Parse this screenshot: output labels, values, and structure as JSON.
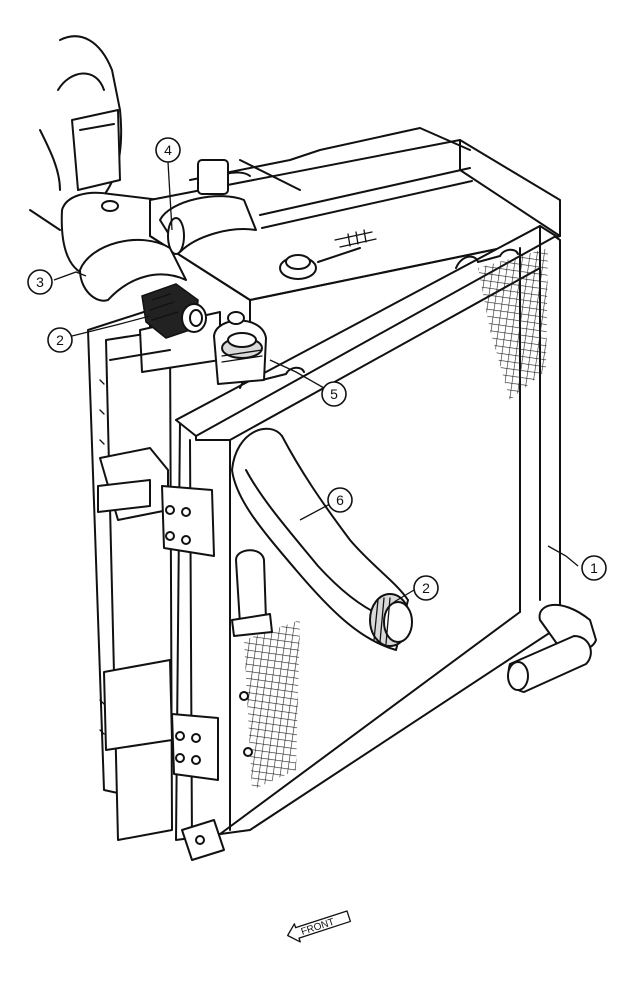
{
  "callouts": [
    {
      "label": "1"
    },
    {
      "label": "2"
    },
    {
      "label": "2"
    },
    {
      "label": "3"
    },
    {
      "label": "4"
    },
    {
      "label": "5"
    },
    {
      "label": "6"
    }
  ],
  "front_marker": {
    "label": "FRONT"
  }
}
